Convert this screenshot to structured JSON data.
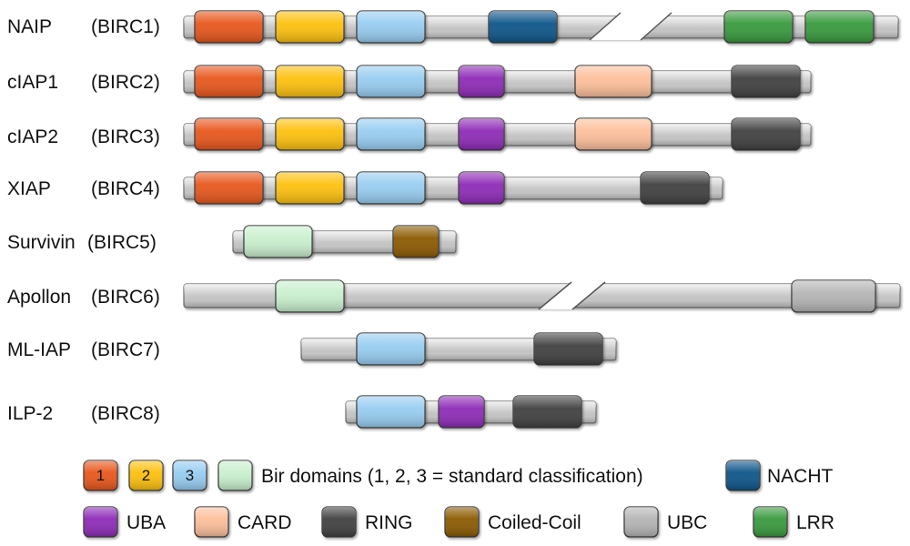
{
  "domain_colors": {
    "bir1": "#e8561a",
    "bir2": "#fdc010",
    "bir3": "#97cdf1",
    "bir_nonstandard": "#c9efce",
    "nacht": "#07558a",
    "uba": "#8e2cb8",
    "card": "#fdbf9b",
    "ring": "#3f3f3f",
    "coiled_coil": "#8b5a05",
    "ubc": "#b5b5b5",
    "lrr": "#389a3c",
    "backbone": "#cfcfcf"
  },
  "proteins": [
    {
      "name": "NAIP",
      "alias": "(BIRC1)",
      "domains": [
        "bir1",
        "bir2",
        "bir3",
        "nacht",
        "lrr",
        "lrr"
      ],
      "truncated": true
    },
    {
      "name": "cIAP1",
      "alias": "(BIRC2)",
      "domains": [
        "bir1",
        "bir2",
        "bir3",
        "uba",
        "card",
        "ring"
      ],
      "truncated": false
    },
    {
      "name": "cIAP2",
      "alias": "(BIRC3)",
      "domains": [
        "bir1",
        "bir2",
        "bir3",
        "uba",
        "card",
        "ring"
      ],
      "truncated": false
    },
    {
      "name": "XIAP",
      "alias": "(BIRC4)",
      "domains": [
        "bir1",
        "bir2",
        "bir3",
        "uba",
        "ring"
      ],
      "truncated": false
    },
    {
      "name": "Survivin",
      "alias": "(BIRC5)",
      "domains": [
        "bir_nonstandard",
        "coiled_coil"
      ],
      "truncated": false
    },
    {
      "name": "Apollon",
      "alias": "(BIRC6)",
      "domains": [
        "bir_nonstandard",
        "ubc"
      ],
      "truncated": true
    },
    {
      "name": "ML-IAP",
      "alias": "(BIRC7)",
      "domains": [
        "bir3",
        "ring"
      ],
      "truncated": false
    },
    {
      "name": "ILP-2",
      "alias": "(BIRC8)",
      "domains": [
        "bir3",
        "uba",
        "ring"
      ],
      "truncated": false
    }
  ],
  "legend": {
    "bir_numbers": [
      "1",
      "2",
      "3"
    ],
    "bir_text": "Bir domains (1, 2, 3 = standard classification)",
    "nacht": "NACHT",
    "uba": "UBA",
    "card": "CARD",
    "ring": "RING",
    "coiled_coil": "Coiled-Coil",
    "ubc": "UBC",
    "lrr": "LRR"
  }
}
